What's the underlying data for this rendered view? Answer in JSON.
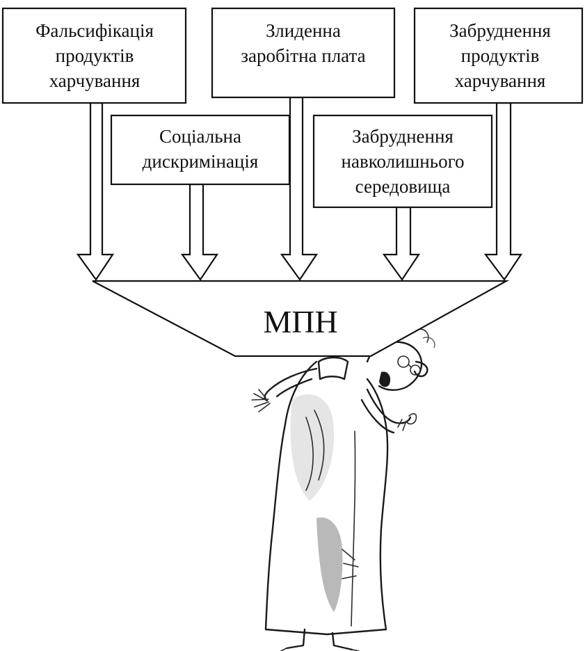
{
  "diagram": {
    "boxes": [
      {
        "id": "food-falsification",
        "lines": [
          "Фальсифікація",
          "продуктів",
          "харчування"
        ]
      },
      {
        "id": "social-discrimination",
        "lines": [
          "Соціальна",
          "дискримінація"
        ]
      },
      {
        "id": "low-wages",
        "lines": [
          "Злиденна",
          "заробітна плата"
        ]
      },
      {
        "id": "environment-pollution",
        "lines": [
          "Забруднення",
          "навколишнього",
          "середовища"
        ]
      },
      {
        "id": "food-pollution",
        "lines": [
          "Забруднення",
          "продуктів",
          "харчування"
        ]
      }
    ],
    "center_label": "МПН",
    "colors": {
      "stroke": "#111111",
      "fill": "#ffffff",
      "shading": "#8a8a8a"
    },
    "illustration": "cartoon-old-woman-drawing"
  }
}
